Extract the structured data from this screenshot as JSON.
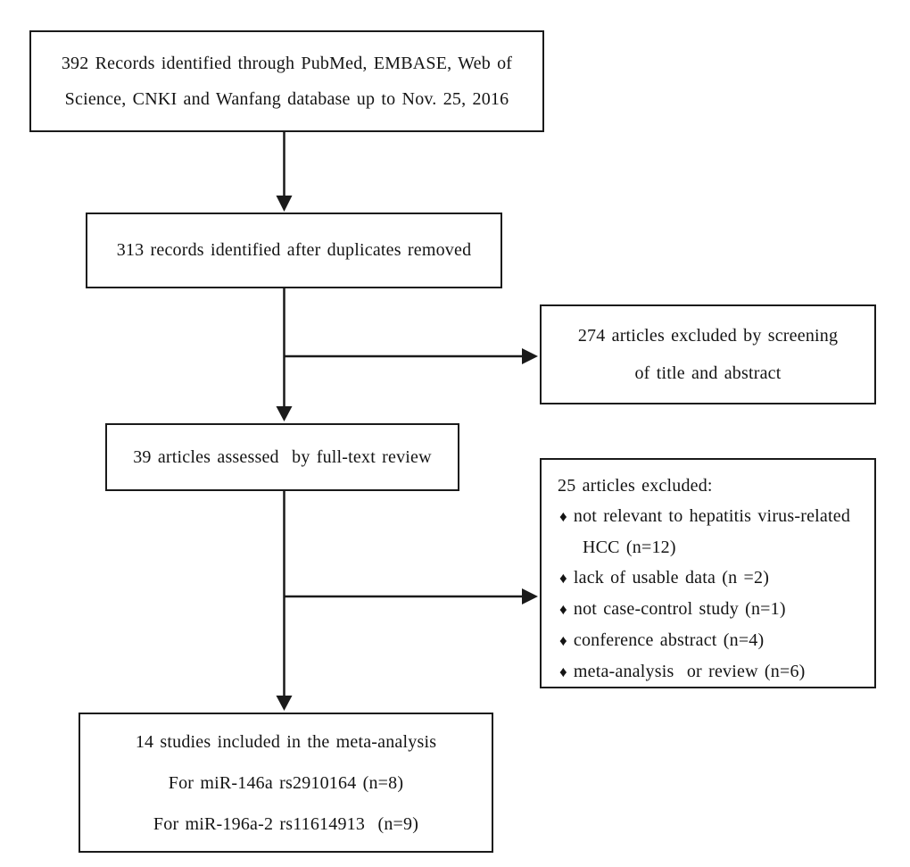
{
  "colors": {
    "ink": "#1a1a1a",
    "background": "#ffffff"
  },
  "figure": {
    "boxes": {
      "identified": {
        "lines": [
          "392 Records identified through PubMed, EMBASE, Web of",
          "Science, CNKI and Wanfang database up to Nov. 25, 2016"
        ]
      },
      "duplicates": {
        "text": "313 records identified after duplicates removed"
      },
      "excluded_screening": {
        "lines": [
          "274 articles excluded by screening",
          "of title and abstract"
        ]
      },
      "fulltext": {
        "text": "39 articles assessed  by full-text review"
      },
      "excluded_fulltext": {
        "header": "25 articles excluded:",
        "bullet": "♦",
        "items": [
          "not relevant to hepatitis virus-related HCC (n=12)",
          "lack of usable data (n =2)",
          "not case-control study (n=1)",
          "conference abstract (n=4)",
          "meta-analysis  or review (n=6)"
        ]
      },
      "included": {
        "lines": [
          "14 studies included in the meta-analysis",
          "For miR-146a rs2910164 (n=8)",
          "For miR-196a-2 rs11614913  (n=9)"
        ]
      }
    }
  }
}
